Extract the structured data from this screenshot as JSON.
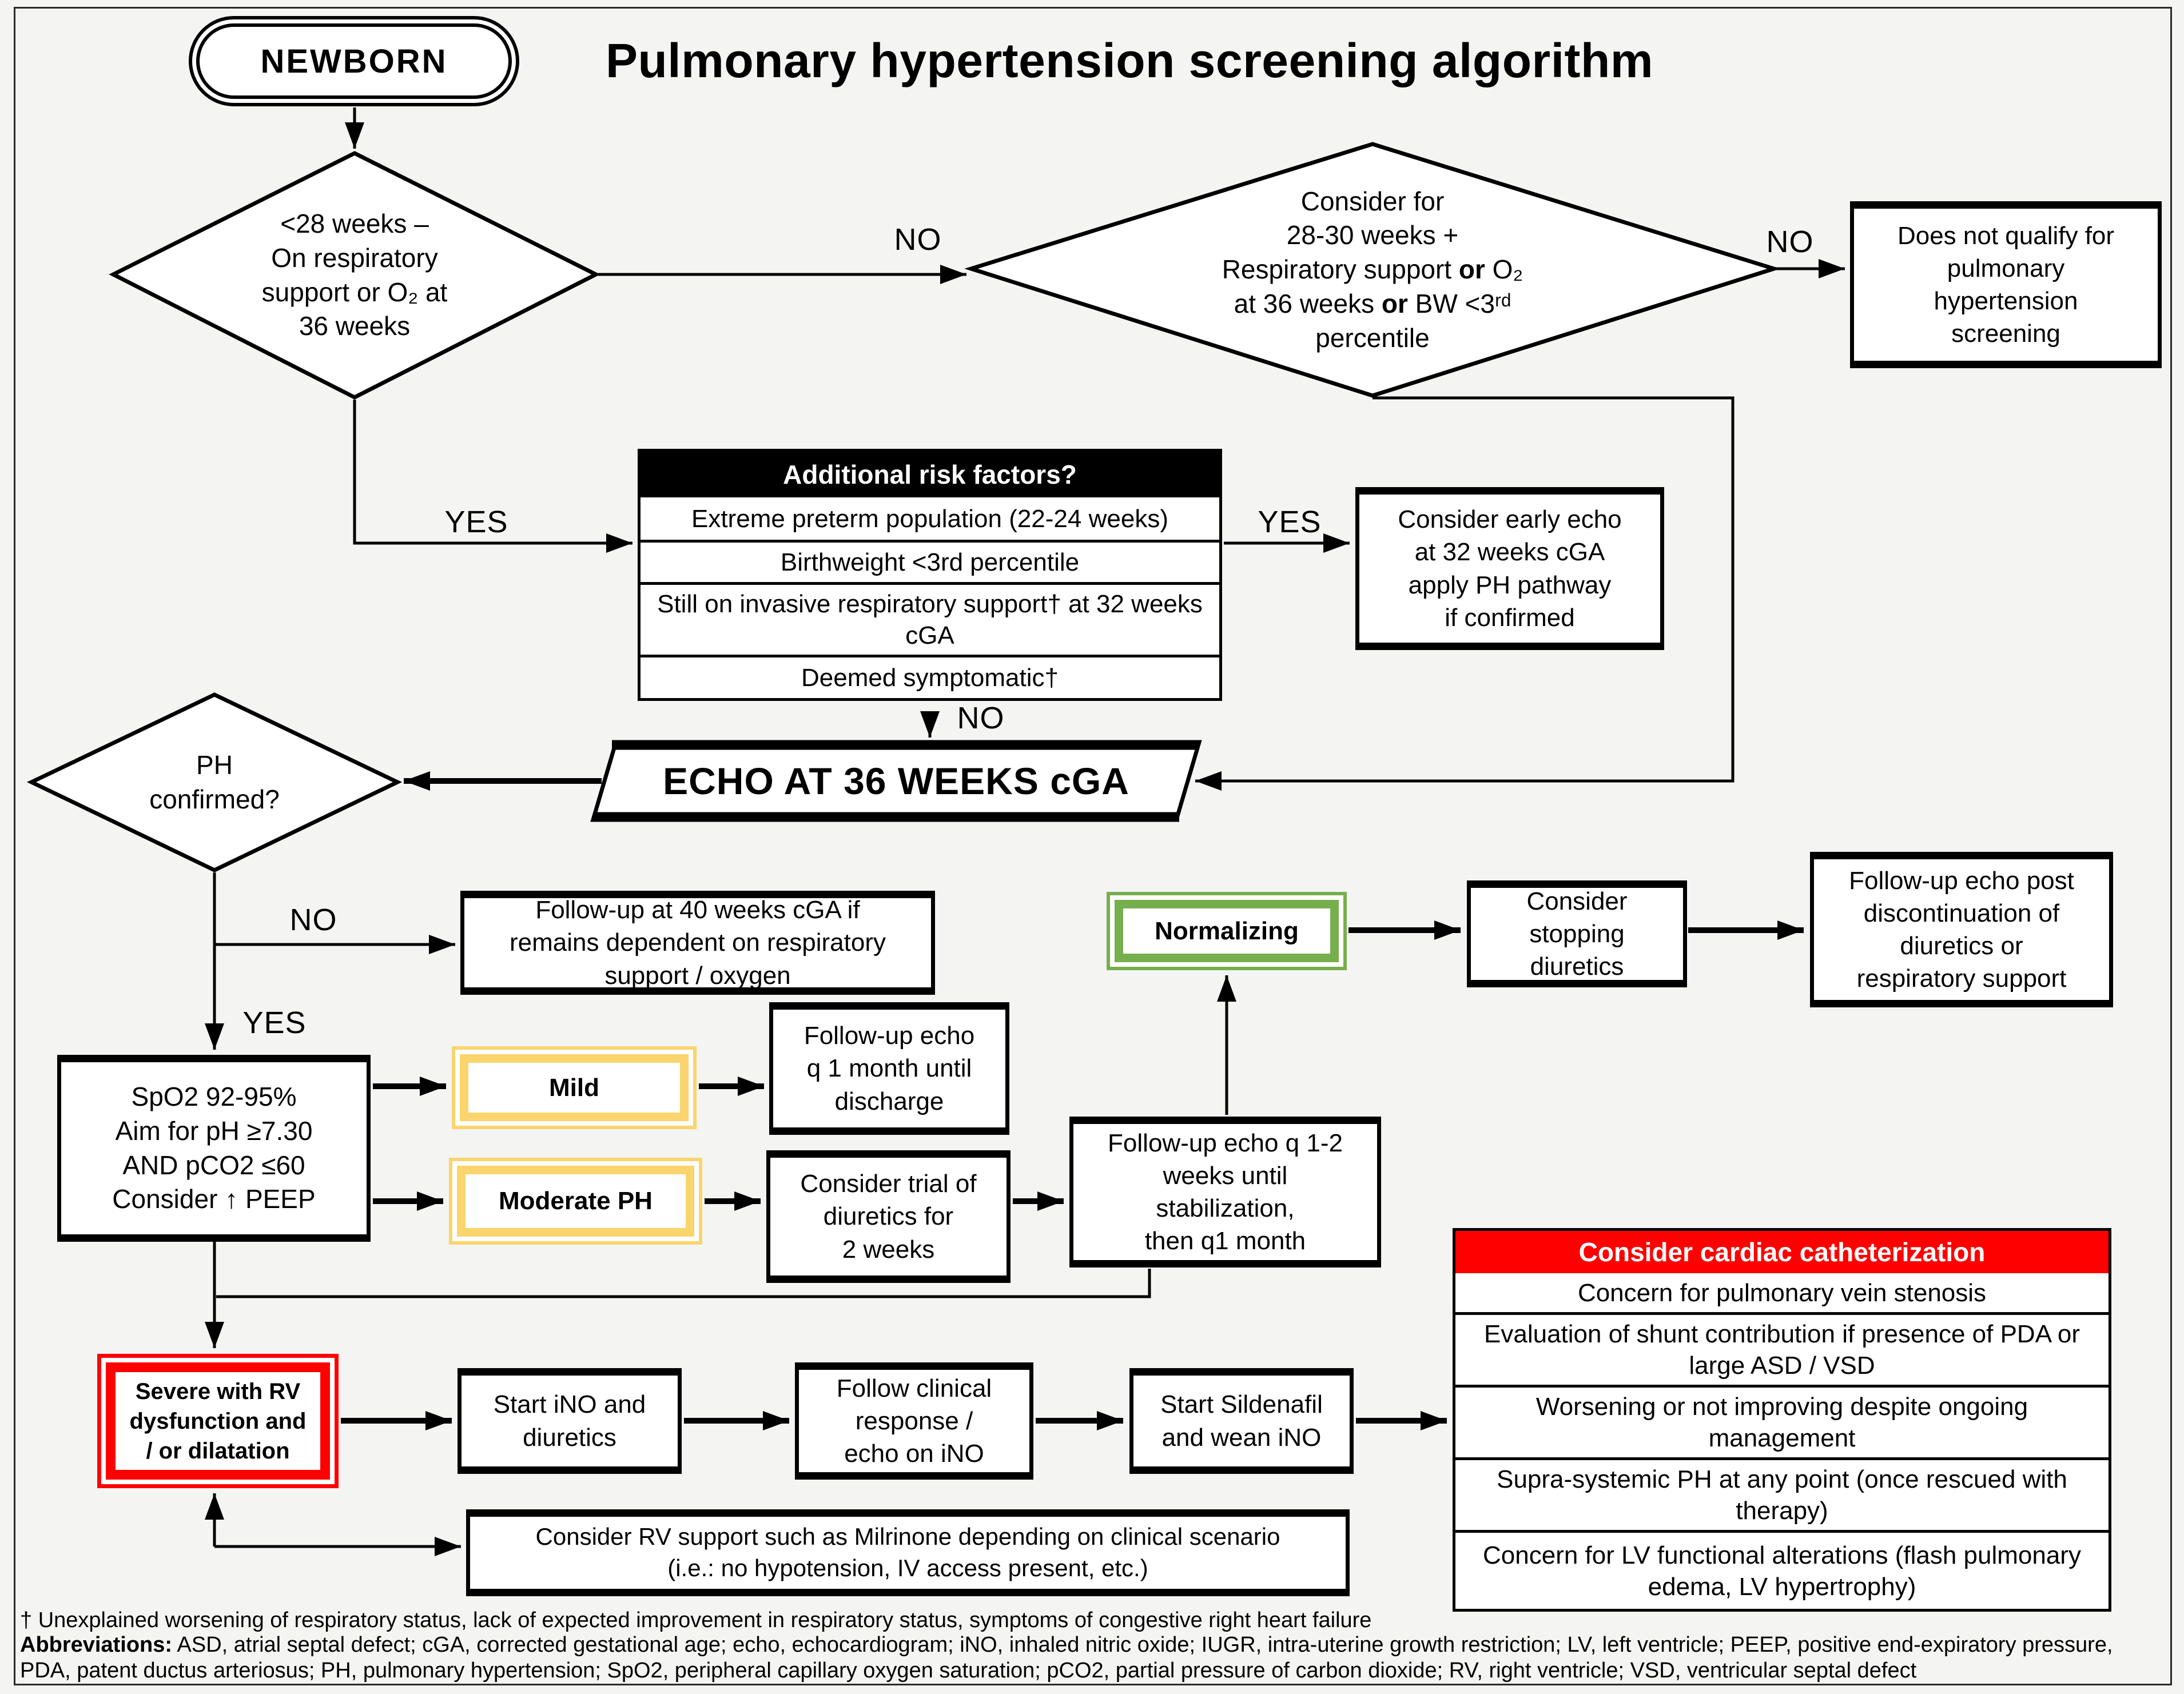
{
  "title": "Pulmonary hypertension screening algorithm",
  "colors": {
    "accent_yellow": "#FAD46C",
    "accent_green": "#77AE4D",
    "accent_red": "#FF0000",
    "ink": "#000000",
    "background": "#F4F4F3"
  },
  "start": {
    "label": "NEWBORN"
  },
  "decision_lt28": {
    "lines": [
      "<28 weeks –",
      "On respiratory",
      "support or O₂ at",
      "36 weeks"
    ]
  },
  "decision_2830": {
    "l1": "Consider for",
    "l2": "28-30 weeks +",
    "l3a": "Respiratory support ",
    "l3b": "or",
    "l3c": " O₂",
    "l4a": "at 36 weeks ",
    "l4b": "or",
    "l4c": " BW <3ʳᵈ",
    "l5": "percentile"
  },
  "not_qualify": {
    "lines": [
      "Does not qualify for",
      "pulmonary",
      "hypertension",
      "screening"
    ]
  },
  "risk_table": {
    "header": "Additional risk factors?",
    "rows": [
      "Extreme preterm population (22-24 weeks)",
      "Birthweight <3rd percentile",
      "Still on invasive respiratory support† at 32 weeks cGA",
      "Deemed symptomatic†"
    ]
  },
  "early_echo": {
    "lines": [
      "Consider early echo",
      "at 32 weeks cGA",
      "apply PH pathway",
      "if confirmed"
    ]
  },
  "echo36": {
    "label": "ECHO AT 36 WEEKS cGA"
  },
  "ph_confirmed": {
    "lines": [
      "PH",
      "confirmed?"
    ]
  },
  "followup40": {
    "lines": [
      "Follow-up at 40 weeks cGA if",
      "remains dependent on respiratory",
      "support / oxygen"
    ]
  },
  "normalizing": {
    "label": "Normalizing"
  },
  "stop_diuretics": {
    "lines": [
      "Consider",
      "stopping",
      "diuretics"
    ]
  },
  "echo_post": {
    "lines": [
      "Follow-up echo post",
      "discontinuation of",
      "diuretics or",
      "respiratory support"
    ]
  },
  "targets": {
    "lines": [
      "SpO2 92-95%",
      "Aim for pH ≥7.30",
      "AND pCO2 ≤60",
      "Consider ↑ PEEP"
    ]
  },
  "mild": {
    "label": "Mild"
  },
  "echo_q1": {
    "lines": [
      "Follow-up echo",
      "q 1 month until",
      "discharge"
    ]
  },
  "moderate": {
    "label": "Moderate PH"
  },
  "trial_diuretics": {
    "lines": [
      "Consider trial of",
      "diuretics for",
      "2 weeks"
    ]
  },
  "echo_q12": {
    "lines": [
      "Follow-up echo q 1-2",
      "weeks until",
      "stabilization,",
      "then q1 month"
    ]
  },
  "severe": {
    "lines": [
      "Severe with RV",
      "dysfunction and",
      "/ or dilatation"
    ]
  },
  "start_ino": {
    "lines": [
      "Start iNO and",
      "diuretics"
    ]
  },
  "clinical_response": {
    "lines": [
      "Follow clinical",
      "response /",
      "echo on iNO"
    ]
  },
  "sildenafil": {
    "lines": [
      "Start Sildenafil",
      "and wean iNO"
    ]
  },
  "cath_table": {
    "header": "Consider cardiac catheterization",
    "rows": [
      "Concern for pulmonary vein stenosis",
      "Evaluation of shunt contribution if presence of PDA or large ASD / VSD",
      "Worsening or not improving despite ongoing management",
      "Supra-systemic PH at any point (once rescued with therapy)",
      "Concern for LV functional alterations (flash pulmonary edema, LV hypertrophy)"
    ]
  },
  "rv_support": {
    "lines": [
      "Consider RV support such as Milrinone depending on clinical scenario",
      "(i.e.: no hypotension, IV access present, etc.)"
    ]
  },
  "labels": {
    "no_d1": "NO",
    "no_d2": "NO",
    "yes_d1": "YES",
    "yes_table": "YES",
    "no_table": "NO",
    "no_ph": "NO",
    "yes_ph": "YES"
  },
  "footnotes": {
    "dagger": "† Unexplained worsening of respiratory status, lack of expected improvement in respiratory status, symptoms of congestive right heart failure",
    "abbrev_label": "Abbreviations:",
    "abbrev_text": " ASD, atrial septal defect; cGA, corrected gestational age; echo, echocardiogram; iNO, inhaled nitric oxide; IUGR, intra-uterine growth restriction; LV, left ventricle; PEEP, positive end-expiratory pressure, PDA, patent ductus arteriosus; PH, pulmonary hypertension; SpO2, peripheral capillary oxygen saturation; pCO2, partial pressure of carbon dioxide; RV, right ventricle; VSD, ventricular septal defect"
  }
}
